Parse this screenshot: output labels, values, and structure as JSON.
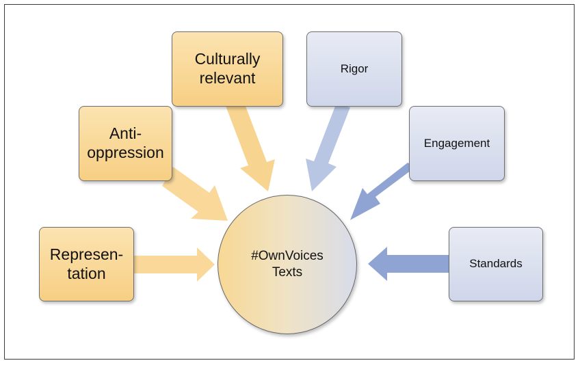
{
  "diagram": {
    "center": {
      "label": "#OwnVoices\nTexts"
    },
    "warm_nodes": [
      {
        "label": "Represen-\ntation"
      },
      {
        "label": "Anti-\noppression"
      },
      {
        "label": "Culturally\nrelevant"
      }
    ],
    "cool_nodes": [
      {
        "label": "Rigor"
      },
      {
        "label": "Engagement"
      },
      {
        "label": "Standards"
      }
    ],
    "colors": {
      "warm_fill": "#f7cf84",
      "warm_arrow": "#f8d491",
      "cool_fill": "#cfd6ea",
      "cool_arrow_dark": "#8ea3d1",
      "cool_arrow_light": "#b5c4e2"
    }
  }
}
